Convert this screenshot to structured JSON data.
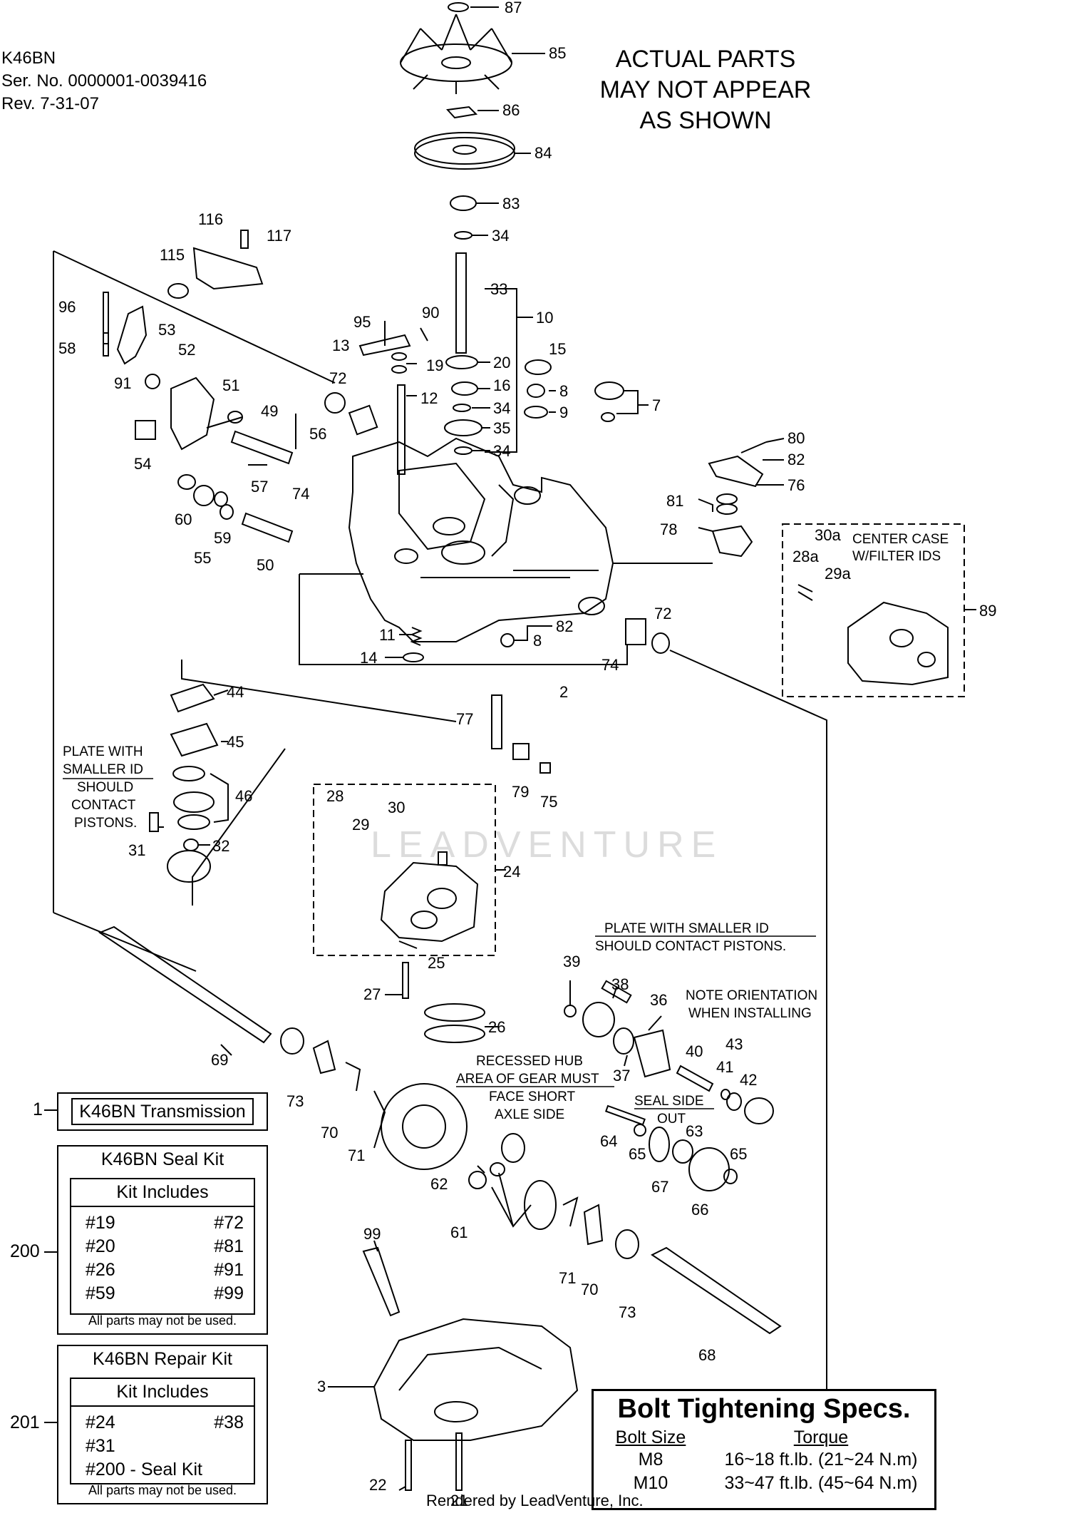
{
  "header": {
    "model": "K46BN",
    "serial": "Ser. No. 0000001-0039416",
    "revision": "Rev. 7-31-07"
  },
  "notice": [
    "ACTUAL PARTS",
    "MAY NOT APPEAR",
    "AS SHOWN"
  ],
  "callouts": [
    "87",
    "85",
    "86",
    "84",
    "83",
    "34",
    "33",
    "10",
    "95",
    "90",
    "13",
    "19",
    "20",
    "15",
    "16",
    "34",
    "8",
    "12",
    "9",
    "7",
    "35",
    "34",
    "116",
    "117",
    "115",
    "96",
    "53",
    "58",
    "52",
    "91",
    "51",
    "72",
    "49",
    "56",
    "54",
    "57",
    "74",
    "60",
    "55",
    "59",
    "50",
    "80",
    "82",
    "76",
    "81",
    "78",
    "30a",
    "28a",
    "29a",
    "89",
    "11",
    "82",
    "8",
    "14",
    "74",
    "72",
    "2",
    "44",
    "45",
    "46",
    "31",
    "32",
    "77",
    "79",
    "75",
    "28",
    "29",
    "30",
    "24",
    "25",
    "39",
    "38",
    "36",
    "27",
    "26",
    "37",
    "40",
    "43",
    "41",
    "42",
    "69",
    "73",
    "70",
    "71",
    "62",
    "61",
    "64",
    "65",
    "63",
    "67",
    "66",
    "65",
    "71",
    "70",
    "73",
    "68",
    "99",
    "3",
    "22",
    "21"
  ],
  "notes": {
    "center_case": [
      "CENTER CASE",
      "W/FILTER IDS"
    ],
    "plate_left": [
      "PLATE WITH",
      "SMALLER ID",
      "SHOULD",
      "CONTACT",
      "PISTONS."
    ],
    "plate_right": [
      "PLATE WITH SMALLER ID",
      "SHOULD CONTACT PISTONS."
    ],
    "orientation": [
      "NOTE ORIENTATION",
      "WHEN INSTALLING"
    ],
    "recessed": [
      "RECESSED HUB",
      "AREA OF GEAR MUST",
      "FACE SHORT",
      "AXLE SIDE"
    ],
    "seal_side": [
      "SEAL SIDE",
      "OUT"
    ]
  },
  "watermark": "LEADVENTURE",
  "transmission": {
    "ref": "1",
    "label": "K46BN Transmission"
  },
  "seal_kit": {
    "ref": "200",
    "title": "K46BN Seal Kit",
    "includes": "Kit Includes",
    "items": [
      "#19",
      "#72",
      "#20",
      "#81",
      "#26",
      "#91",
      "#59",
      "#99"
    ],
    "note": "All parts may not be used."
  },
  "repair_kit": {
    "ref": "201",
    "title": "K46BN Repair Kit",
    "includes": "Kit Includes",
    "items_left": [
      "#24",
      "#31",
      "#200 - Seal Kit"
    ],
    "items_right": [
      "#38"
    ],
    "note": "All parts may not be used."
  },
  "bolt_specs": {
    "title": "Bolt Tightening Specs.",
    "col_size": "Bolt Size",
    "col_torque": "Torque",
    "rows": [
      {
        "size": "M8",
        "torque": "16~18 ft.lb. (21~24 N.m)"
      },
      {
        "size": "M10",
        "torque": "33~47 ft.lb. (45~64 N.m)"
      }
    ]
  },
  "footer": "Rendered by LeadVenture, Inc."
}
